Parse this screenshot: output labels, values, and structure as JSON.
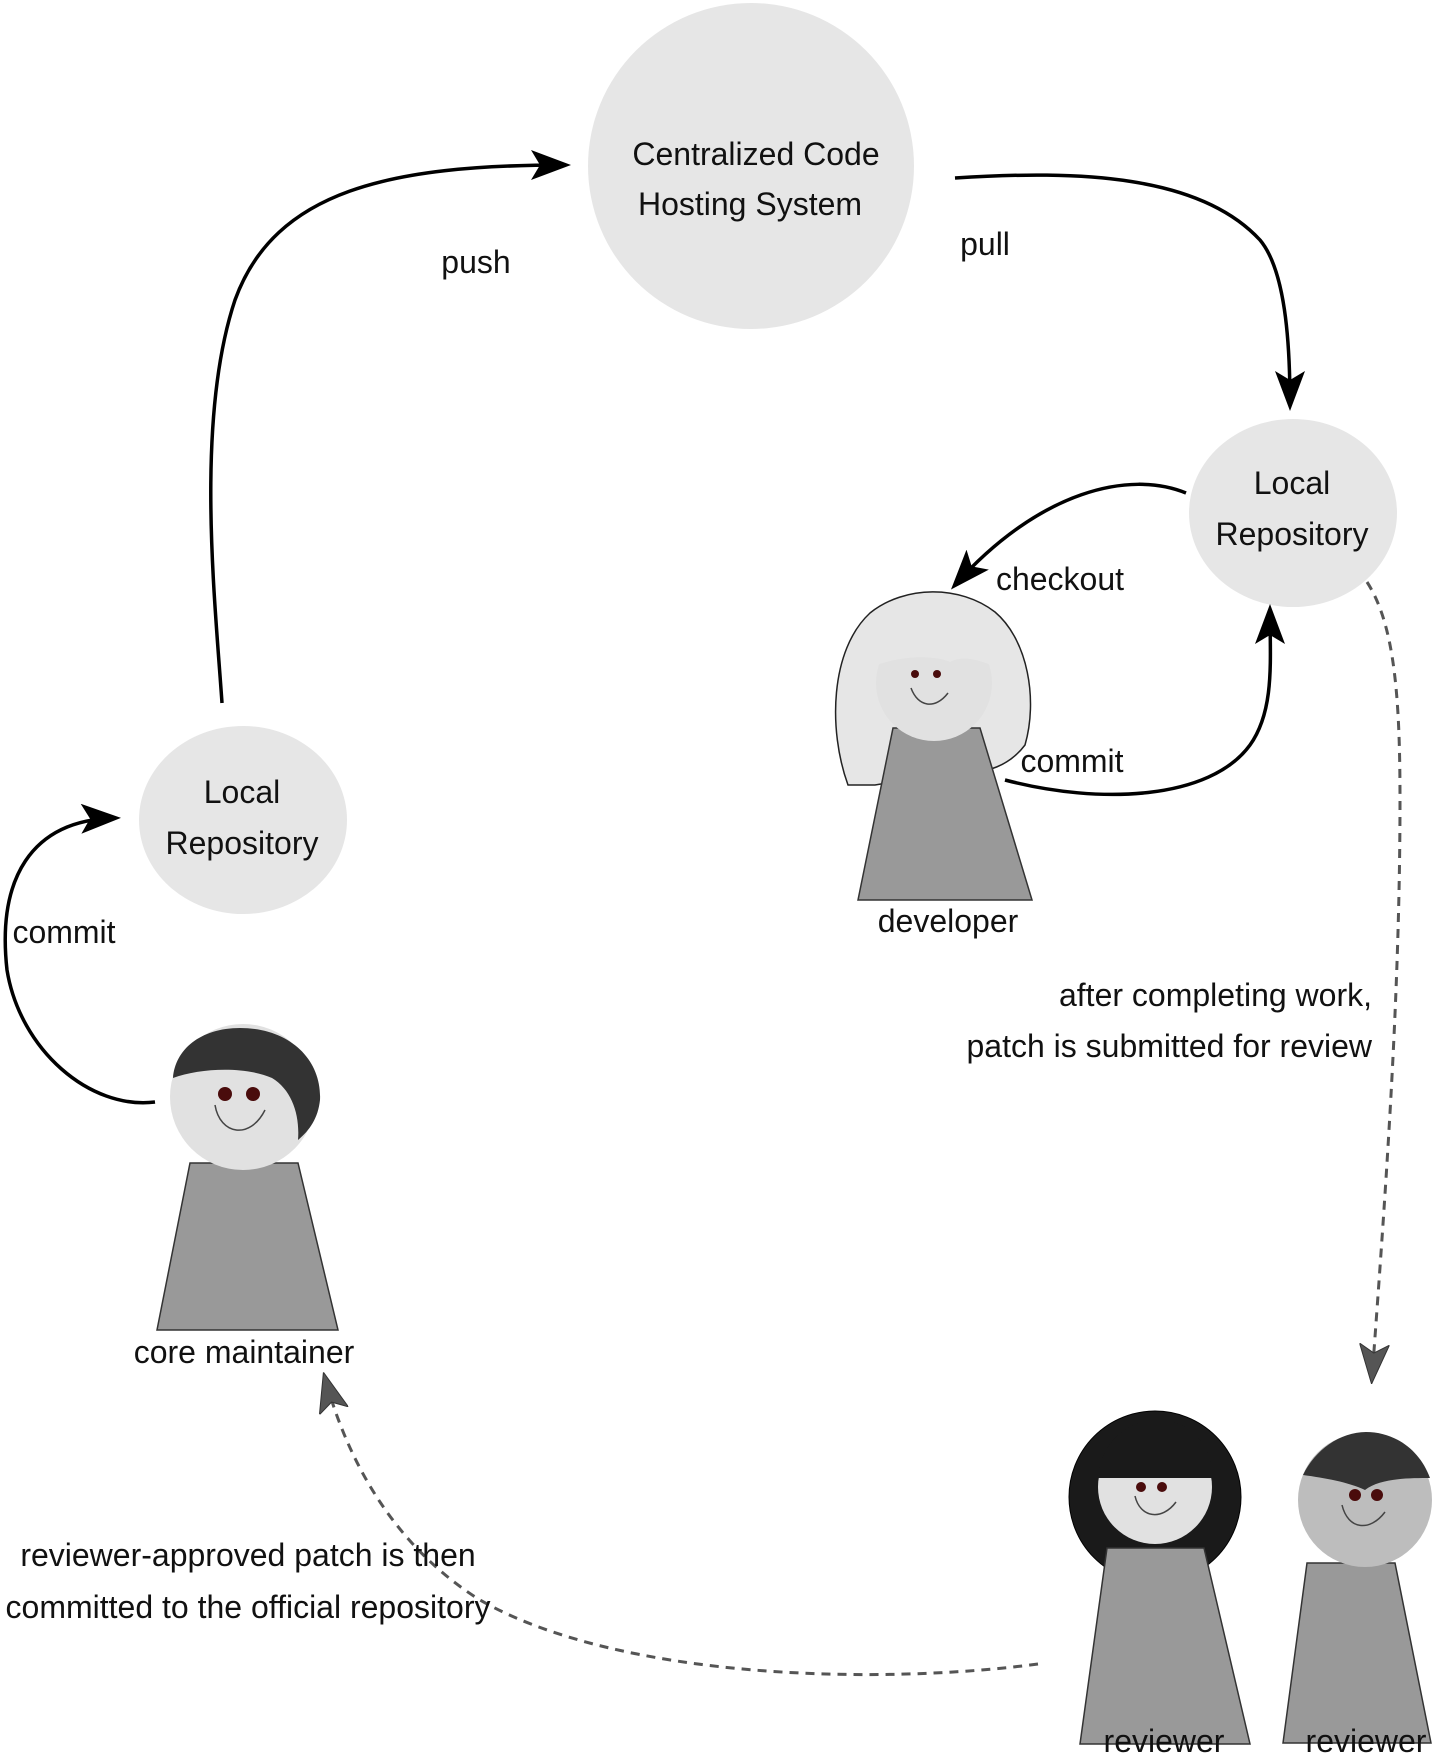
{
  "diagram": {
    "nodes": {
      "central": {
        "line1": "Centralized Code",
        "line2": "Hosting System"
      },
      "local_left": {
        "line1": "Local",
        "line2": "Repository"
      },
      "local_right": {
        "line1": "Local",
        "line2": "Repository"
      }
    },
    "edges": {
      "push": "push",
      "pull": "pull",
      "checkout": "checkout",
      "commit_developer": "commit",
      "commit_maintainer": "commit",
      "submit_review": {
        "line1": "after completing work,",
        "line2": "patch is submitted for review"
      },
      "approved": {
        "line1": "reviewer-approved patch is then",
        "line2": "committed to the official repository"
      }
    },
    "people": {
      "developer": "developer",
      "core_maintainer": "core maintainer",
      "reviewer_1": "reviewer",
      "reviewer_2": "reviewer"
    },
    "colors": {
      "node_fill": "#e6e6e6",
      "body_fill": "#999999",
      "face_fill": "#e1e1e1",
      "eye_color": "#4a0c0c",
      "solid_arrow": "#000000",
      "dashed_arrow": "#555555"
    }
  }
}
